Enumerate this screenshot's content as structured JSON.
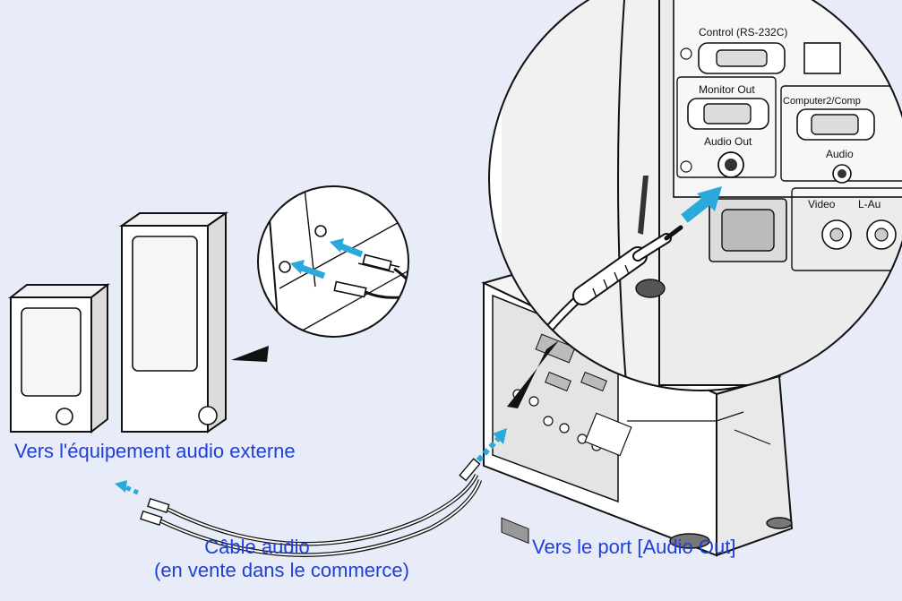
{
  "captions": {
    "external_equipment": "Vers l'équipement audio externe",
    "audio_out_port": "Vers le port [Audio Out]",
    "cable_line1": "Câble audio",
    "cable_line2": "(en vente dans le commerce)"
  },
  "panel_labels": {
    "control": "Control (RS-232C)",
    "monitor_out": "Monitor Out",
    "computer2": "Computer2/Comp",
    "audio_out": "Audio Out",
    "audio": "Audio",
    "video": "Video",
    "l_audio": "L-Au"
  },
  "colors": {
    "background": "#e8ecf8",
    "caption_text": "#1f3fd6",
    "arrow": "#2aa9dc",
    "outline": "#111111"
  }
}
